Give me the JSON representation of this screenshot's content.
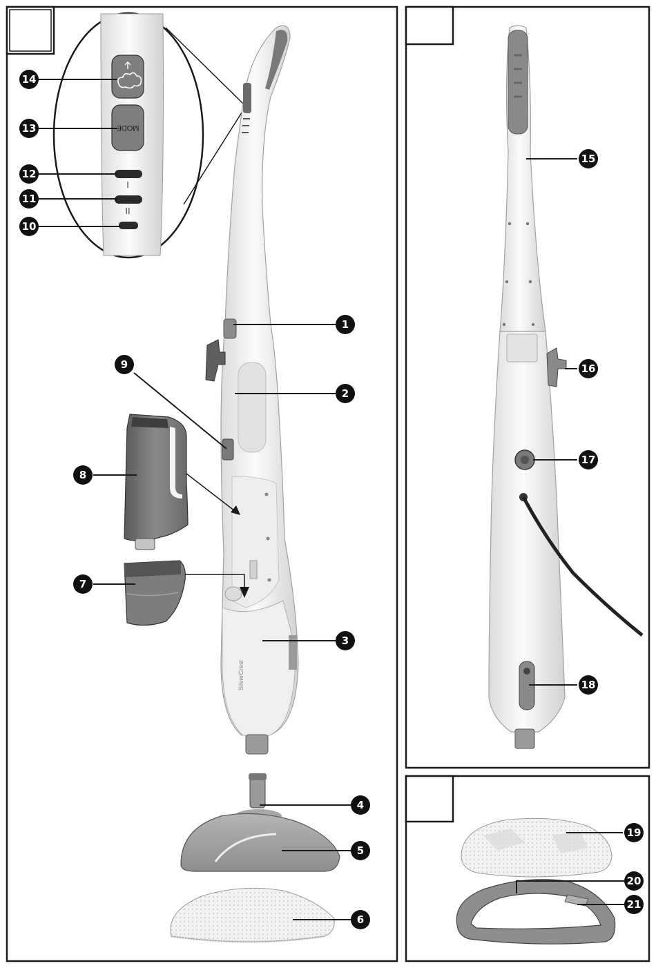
{
  "panels": [
    {
      "id": "A",
      "label": ""
    },
    {
      "id": "B",
      "label": ""
    },
    {
      "id": "C",
      "label": ""
    }
  ],
  "callouts": {
    "c1": "1",
    "c2": "2",
    "c3": "3",
    "c4": "4",
    "c5": "5",
    "c6": "6",
    "c7": "7",
    "c8": "8",
    "c9": "9",
    "c10": "10",
    "c11": "11",
    "c12": "12",
    "c13": "13",
    "c14": "14",
    "c15": "15",
    "c16": "16",
    "c17": "17",
    "c18": "18",
    "c19": "19",
    "c20": "20",
    "c21": "21"
  },
  "device": {
    "mode_button_label": "MODE",
    "brand_text": "SilverCrest",
    "level_marks": [
      "I",
      "II"
    ]
  },
  "colors": {
    "outline": "#1a1a1a",
    "body": "#f4f4f4",
    "body_shade": "#d9d9d9",
    "accent_gray": "#8c8c8c",
    "dark_gray": "#5a5a5a",
    "tank_gray": "#6f6f6f",
    "cloth": "#ececec"
  }
}
